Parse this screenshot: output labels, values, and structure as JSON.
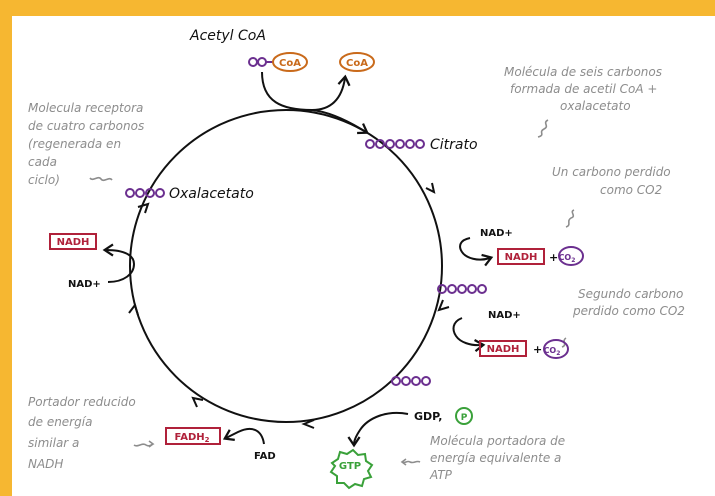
{
  "colors": {
    "border": "#f6b731",
    "purple": "#6b2f8f",
    "orange": "#c96a1b",
    "red": "#b0213a",
    "green": "#3aa13a",
    "gray_text": "#8d8d8d",
    "black": "#111111"
  },
  "labels": {
    "acetyl_coa": "Acetyl CoA",
    "coa_in": "CoA",
    "coa_out": "CoA",
    "citrato": "Citrato",
    "oxalacetato": "Oxalacetato",
    "nad1": "NAD+",
    "nad2": "NAD+",
    "nad3": "NAD+",
    "nadh1": "NADH",
    "nadh2": "NADH",
    "nadh3": "NADH",
    "plus1": "+",
    "plus2": "+",
    "co2_1": "CO",
    "co2_1_sub": "2",
    "co2_2": "CO",
    "co2_2_sub": "2",
    "fad": "FAD",
    "fadh2": "FADH",
    "fadh2_sub": "2",
    "gdp": "GDP,",
    "pi": "P",
    "gtp": "GTP"
  },
  "annotations": {
    "six_carbon": [
      "Molécula de seis carbonos",
      "formada de acetil CoA +",
      "oxalacetato"
    ],
    "acceptor": [
      "Molecula receptora",
      "de cuatro carbonos",
      "(regenerada en",
      "cada",
      "ciclo)"
    ],
    "carbon_lost": [
      "Un carbono perdido",
      "como CO2"
    ],
    "second_carbon": [
      "Segundo carbono",
      "perdido como CO2"
    ],
    "carrier": [
      "Portador reducido",
      "de energía",
      "similar a",
      "NADH"
    ],
    "gtp_carrier": [
      "Molécula portadora de",
      "energía equivalente a",
      "ATP"
    ]
  }
}
